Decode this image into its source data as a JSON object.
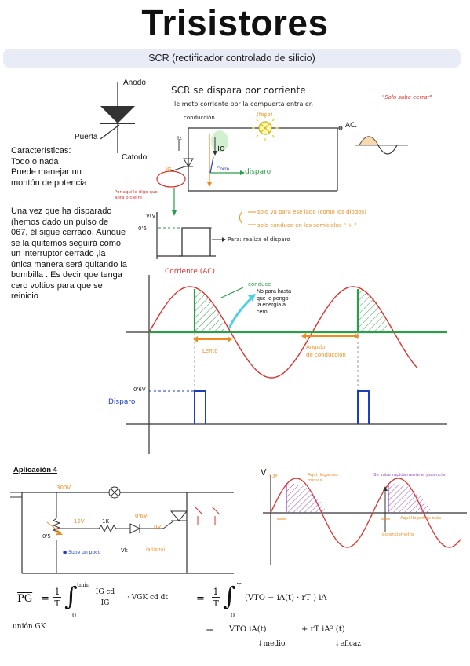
{
  "page": {
    "title": "Trisistores",
    "subtitle": "SCR (rectificador controlado de silicio)"
  },
  "symbol": {
    "anode": "Anodo",
    "gate": "Puerta",
    "cathode": "Catodo"
  },
  "characteristics": {
    "lines": [
      "Características:",
      "Todo o nada",
      "Puede manejar un",
      "montón de potencia"
    ]
  },
  "explanation": {
    "lines": [
      "Una vez que ha disparado",
      "(hemos dado un pulso de",
      "067, él sigue cerrado. Aunque",
      "se la quitemos seguirá como",
      "un interruptor cerrado ,la",
      "única manera será quitando la",
      "bombilla . Es decir que tenga",
      "cero voltios para que se",
      "reinicio"
    ]
  },
  "circuit_notes": {
    "heading": "SCR se dispara por corriente",
    "line1": "le meto corriente por la compuerta entra en",
    "line2": "conducción",
    "only_close": "\"Solo sabe cerrar\"",
    "bulb_label": "(foco)",
    "ac_label": "AC.",
    "io_label": "io",
    "ig_label": "IG",
    "iz_label": "Iz",
    "corre_label": "Corre",
    "disparo_label": "disparo",
    "gate_note": "Por aquí le digo que abra o cierre",
    "vg_label": "V(V)",
    "v06_label": "0'6",
    "fired_note": "Para: realiza el disparo",
    "note_line1": "solo va para ese lado (como los diodos)",
    "note_line2": "solo conduce en los semiciclos \" + \""
  },
  "waveform": {
    "current_label": "Corriente (AC)",
    "conduce_label": "conduce",
    "stop_note_lines": [
      "No para hasta",
      "que le pongo",
      "la energía a",
      "cero"
    ],
    "lento_label": "Lento",
    "angle_label_lines": [
      "Ángulo",
      "de conducción"
    ],
    "v06_label": "0'6V",
    "disparo_label": "Disparo"
  },
  "application": {
    "title": "Aplicación 4",
    "v300": "300V",
    "v12": "12V",
    "r1k": "1K",
    "v06": "0'6V",
    "v0": "0V",
    "v0_note": "(a tierra)",
    "v05": "0'5",
    "vk": "Vk",
    "slow_note": "● Sube un poco",
    "phase_note_a": "Aquí llegamos menos",
    "phase_note_b": "Se sube rapidamente el potencia",
    "phase_note_c": "Aquí llegamos más",
    "potentiometer": "potenciometro",
    "v_axis": "V",
    "v535": "53º"
  },
  "equations": {
    "pg": "PG",
    "eq": "=",
    "frac_1": "1",
    "frac_T": "T",
    "int_upper_1": "tmin",
    "int_lower": "0",
    "integrand_num": "IG cd",
    "integrand_den": "IG",
    "integrand_rest": "· VGK cd dt",
    "union": "unión GK",
    "rhs_int_upper": "T",
    "rhs_integrand": "(VTO − iA(t) · rT ) iA",
    "line2_eq": "=",
    "line2_a": "VTO iA(t)",
    "line2_plus": "+ rT iA² (t)",
    "medio": "medio",
    "eficaz": "eficaz"
  }
}
